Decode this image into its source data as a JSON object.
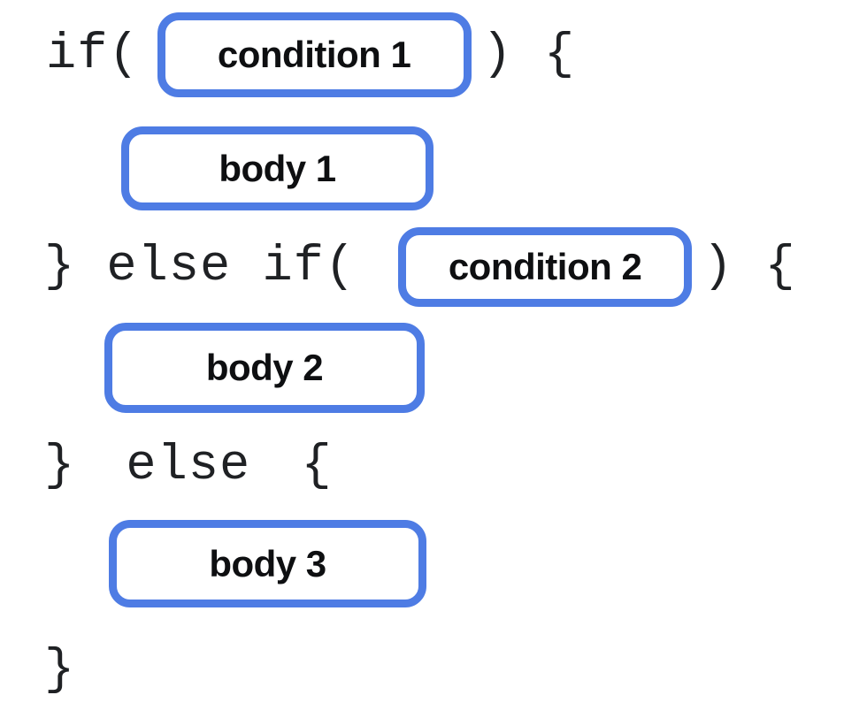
{
  "colors": {
    "slot_border": "#4e7ce4",
    "code_text": "#1f2124",
    "label_text": "#0e0f11",
    "background": "#ffffff"
  },
  "code": {
    "if_open": "if(",
    "if_close": ") {",
    "elseif_open": "} else if(",
    "elseif_close": ") {",
    "else_line": "} else {",
    "closing_brace": "}"
  },
  "slots": {
    "condition1": "condition 1",
    "body1": "body 1",
    "condition2": "condition 2",
    "body2": "body 2",
    "body3": "body 3"
  }
}
